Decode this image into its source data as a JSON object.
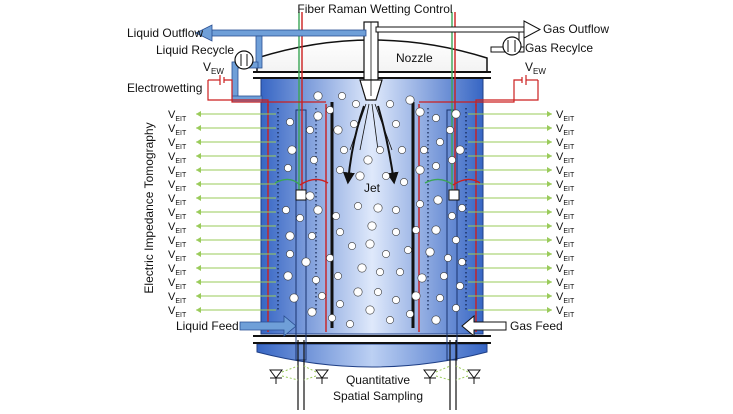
{
  "labels": {
    "fiber_raman": "Fiber Raman Wetting Control",
    "liquid_outflow": "Liquid Outflow",
    "gas_outflow": "Gas Outflow",
    "liquid_recycle": "Liquid Recycle",
    "gas_recycle": "Gas Recylce",
    "nozzle": "Nozzle",
    "electrowetting": "Electrowetting",
    "vew_base": "V",
    "vew_sub": "EW",
    "veit_base": "V",
    "veit_sub": "EIT",
    "eit_title": "Electric Impedance Tomography",
    "jet": "Jet",
    "liquid_feed": "Liquid Feed",
    "gas_feed": "Gas Feed",
    "sampling_line1": "Quantitative",
    "sampling_line2": "Spatial Sampling"
  },
  "eit_electrode_count": 15,
  "colors": {
    "vessel_dark": "#3b6fc9",
    "vessel_light": "#dfe9fb",
    "pipe": "#6f9fd8",
    "electrode_line": "#9acb5a",
    "electrowetting_wire": "#cc1f1f",
    "fiber_green": "#3aa655",
    "bubble": "#ffffff"
  }
}
